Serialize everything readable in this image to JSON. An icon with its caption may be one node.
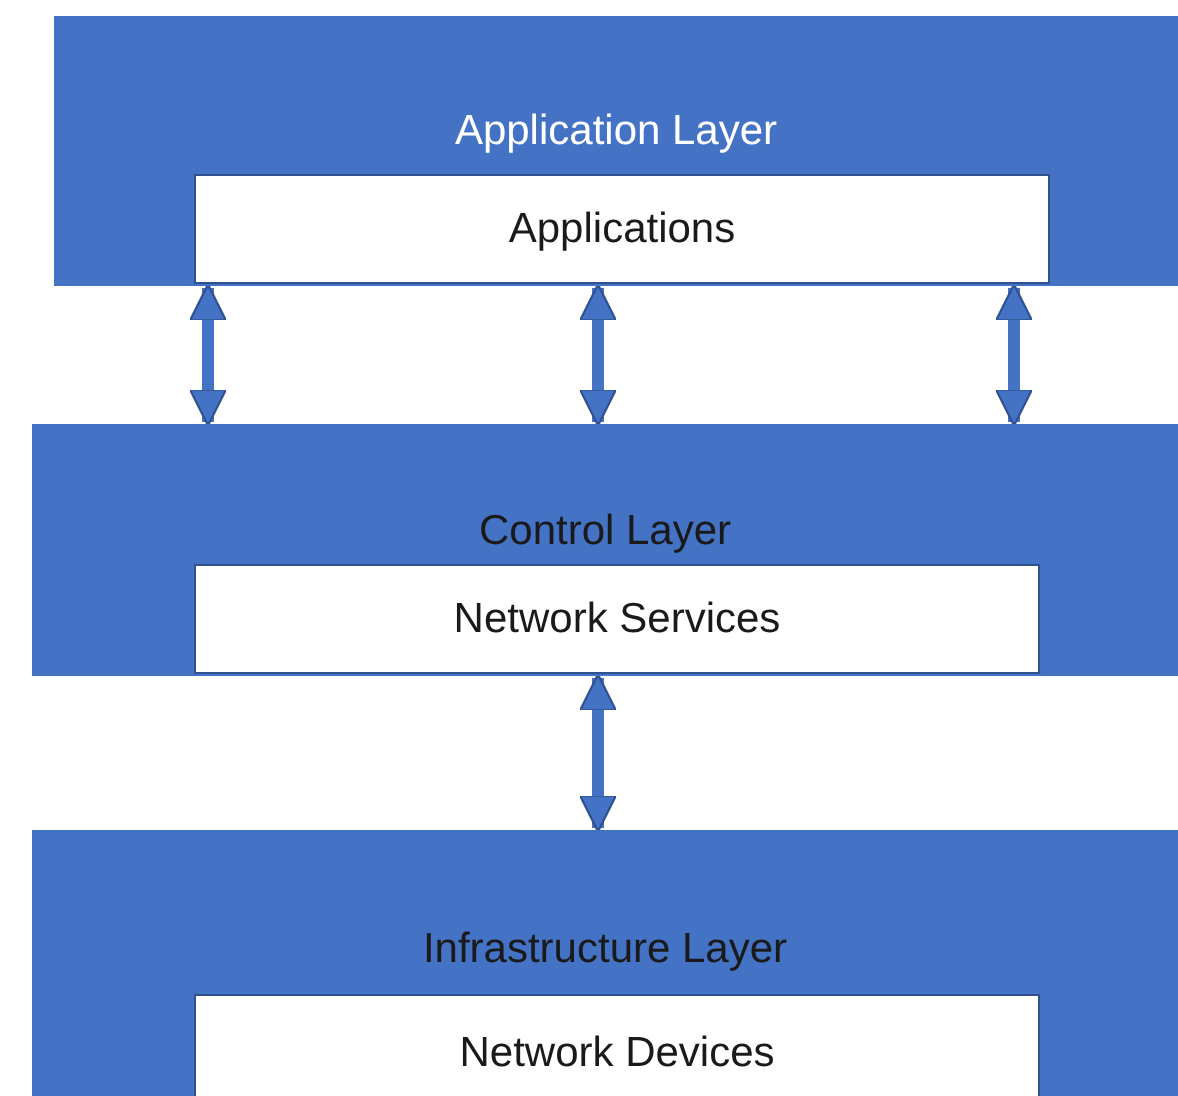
{
  "diagram": {
    "nodes": [
      {
        "text": [
          "Application Layer"
        ]
      },
      {
        "text": [
          "Applications"
        ],
        "in": 0
      },
      {
        "text": [
          "Control Layer"
        ]
      },
      {
        "text": [
          "Network Services"
        ],
        "in": 2
      },
      {
        "text": [
          "Infrastructure Layer"
        ]
      },
      {
        "text": [
          "Network Devices"
        ],
        "in": 4
      }
    ],
    "edges": [
      {
        "from": 0,
        "to": 2,
        "arrow": "both"
      },
      {
        "from": 0,
        "to": 2,
        "arrow": "both"
      },
      {
        "from": 0,
        "to": 2,
        "arrow": "both"
      },
      {
        "from": 2,
        "to": 4,
        "arrow": "both"
      }
    ]
  }
}
